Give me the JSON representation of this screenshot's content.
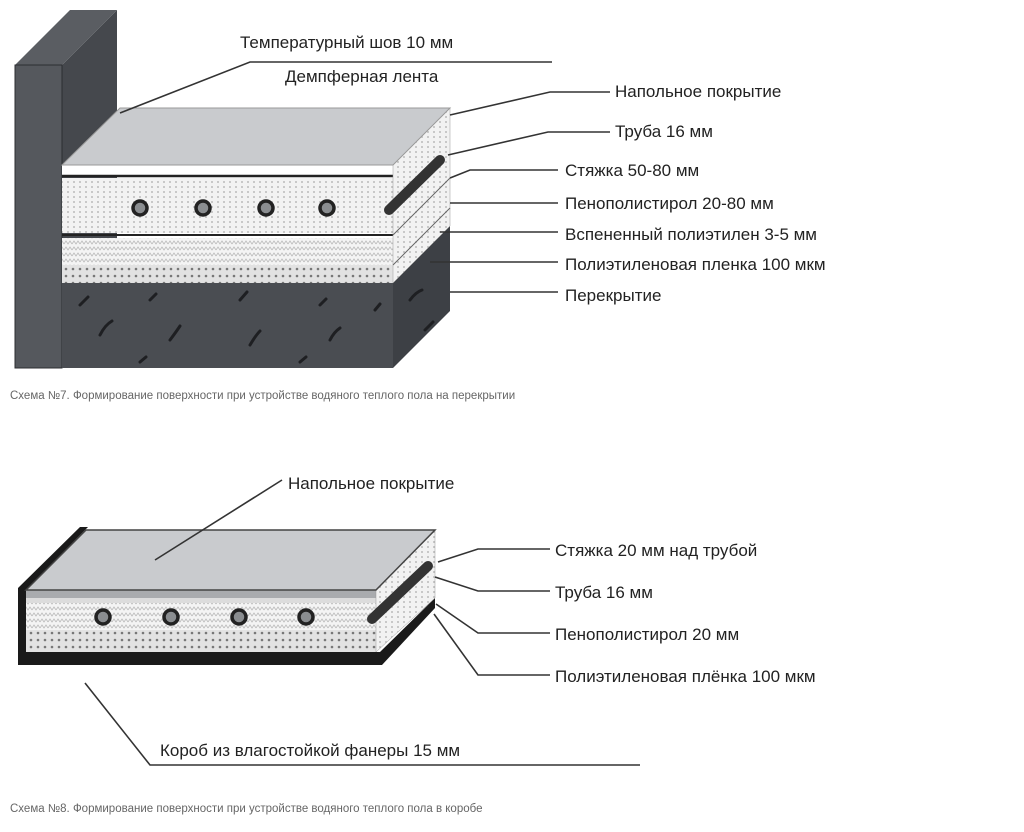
{
  "diagram1": {
    "labels": {
      "joint": "Температурный шов 10 мм",
      "damper": "Демпферная лента",
      "flooring": "Напольное покрытие",
      "pipe": "Труба 16 мм",
      "screed": "Стяжка 50-80 мм",
      "eps": "Пенополистирол 20-80 мм",
      "foamed_pe": "Вспененный полиэтилен 3-5 мм",
      "pe_film": "Полиэтиленовая пленка 100 мкм",
      "slab": "Перекрытие"
    },
    "caption": "Схема №7. Формирование поверхности при устройстве водяного теплого пола на перекрытии"
  },
  "diagram2": {
    "labels": {
      "flooring": "Напольное покрытие",
      "screed": "Стяжка 20 мм над трубой",
      "pipe": "Труба 16 мм",
      "eps": "Пенополистирол 20 мм",
      "pe_film": "Полиэтиленовая плёнка 100 мкм",
      "box": "Короб из влагостойкой фанеры 15 мм"
    },
    "caption": "Схема №8. Формирование поверхности при устройстве водяного теплого пола в коробе"
  },
  "colors": {
    "dark": "#4a4d52",
    "gray": "#c9cbce",
    "line": "#333333"
  }
}
